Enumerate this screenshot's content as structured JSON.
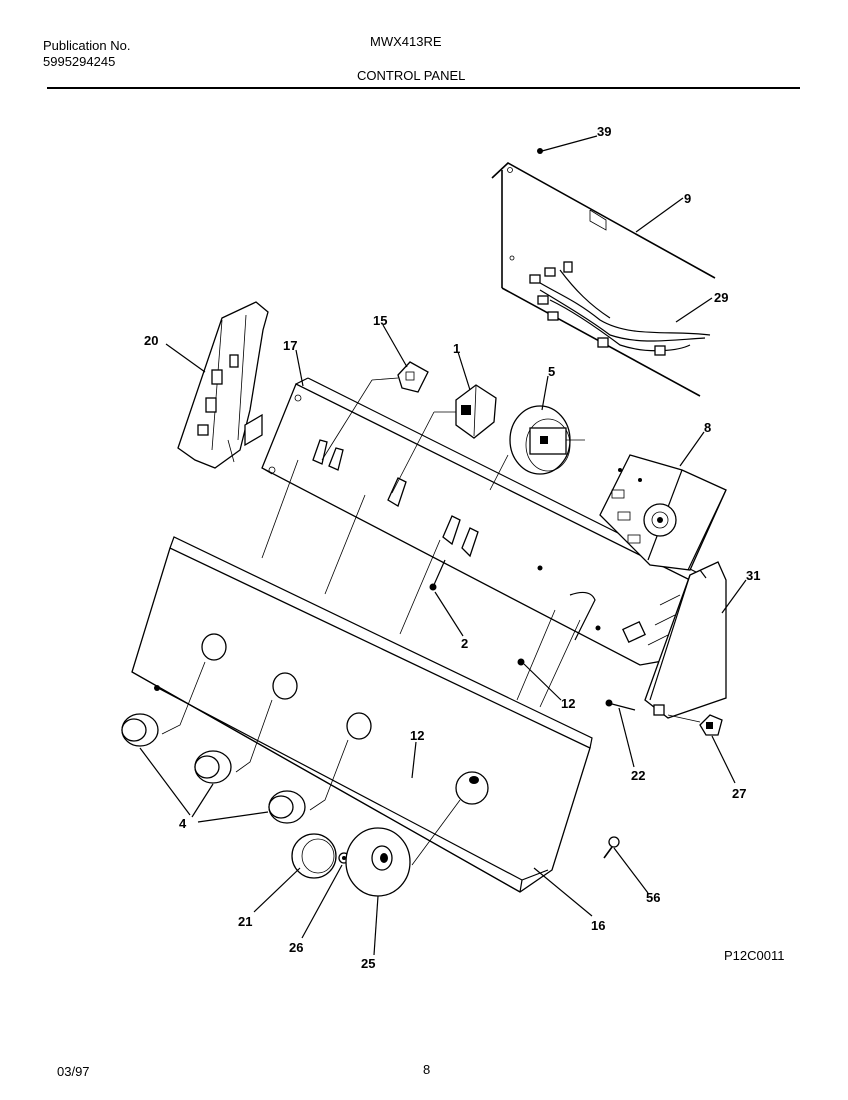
{
  "header": {
    "publication_label": "Publication No.",
    "publication_number": "5995294245",
    "model": "MWX413RE",
    "section_title": "CONTROL PANEL"
  },
  "footer": {
    "date": "03/97",
    "page": "8"
  },
  "diagram_code": "P12C0011",
  "callouts": {
    "c39": "39",
    "c9": "9",
    "c29": "29",
    "c20": "20",
    "c17": "17",
    "c15": "15",
    "c1": "1",
    "c5": "5",
    "c8": "8",
    "c31": "31",
    "c2": "2",
    "c12a": "12",
    "c12b": "12",
    "c22": "22",
    "c27": "27",
    "c4": "4",
    "c21": "21",
    "c26": "26",
    "c25": "25",
    "c56": "56",
    "c16": "16"
  }
}
